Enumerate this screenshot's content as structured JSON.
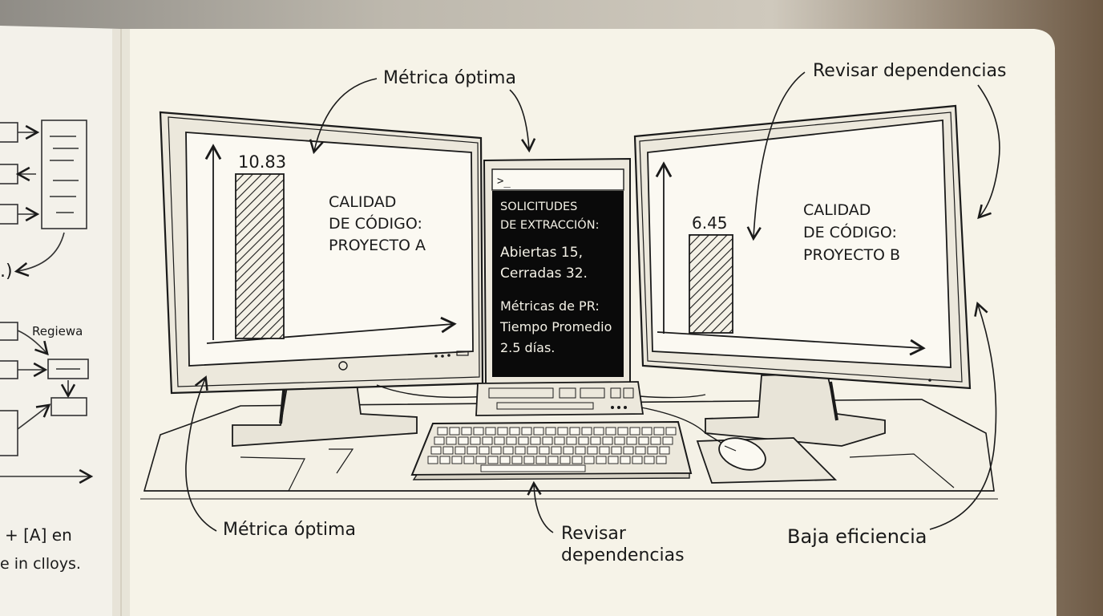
{
  "monitor_left": {
    "bar_value_label": "10.83",
    "bar_value": 10.83,
    "title_lines": [
      "CALIDAD",
      "DE CÓDIGO:",
      "PROYECTO A"
    ]
  },
  "monitor_right": {
    "bar_value_label": "6.45",
    "bar_value": 6.45,
    "title_lines": [
      "CALIDAD",
      "DE CÓDIGO:",
      "PROYECTO B"
    ]
  },
  "terminal": {
    "prompt": ">_",
    "lines": [
      "SOLICITUDES",
      "DE EXTRACCIÓN:",
      "Abiertas 15,",
      "Cerradas 32.",
      "Métricas de PR:",
      "Tiempo Promedio",
      "2.5 días."
    ]
  },
  "annotations": {
    "top_left": "Métrica óptima",
    "top_right": "Revisar dependencias",
    "bottom_left": "Métrica óptima",
    "bottom_center_lines": [
      "Revisar",
      "dependencias"
    ],
    "bottom_right": "Baja eficiencia"
  },
  "left_page": {
    "label_regiewa": "Regiewa",
    "line_1": "+ [A] en",
    "line_2": "e in clloys.",
    "paren": ".)"
  }
}
